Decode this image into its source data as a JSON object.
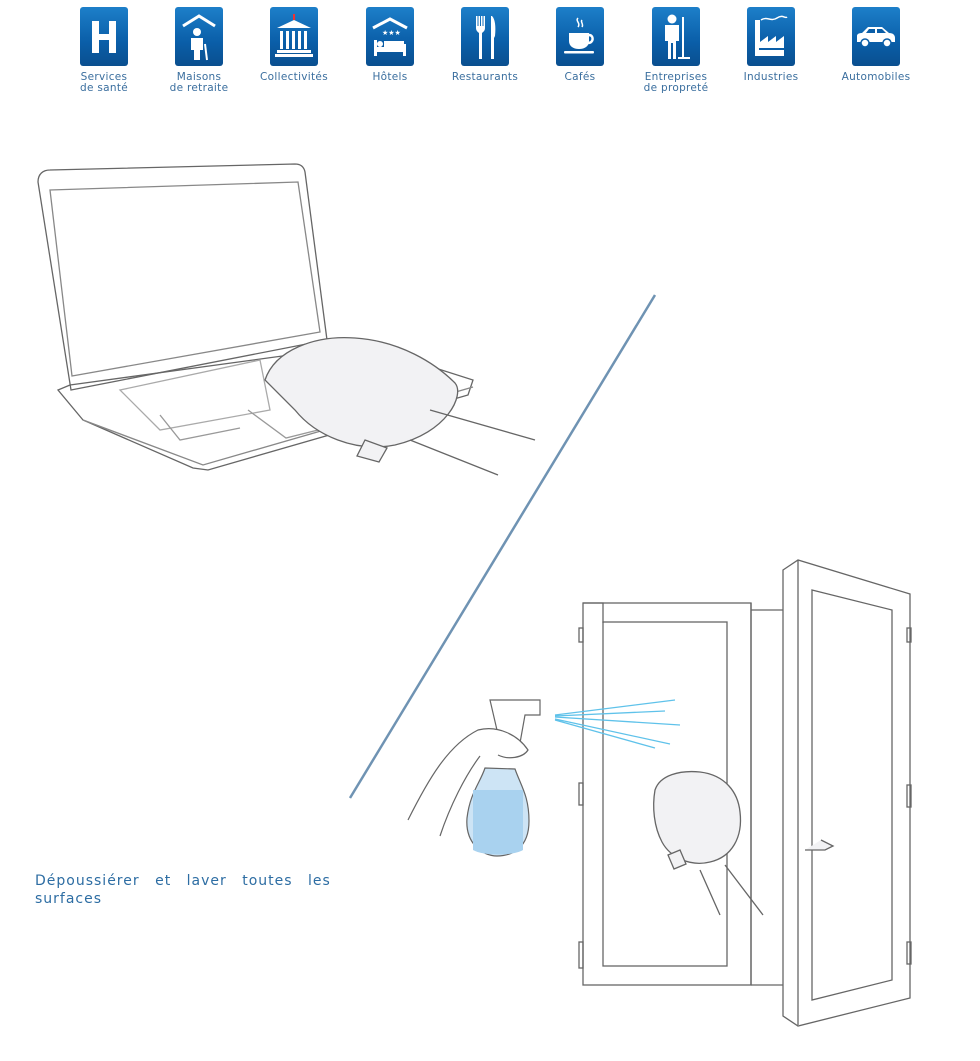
{
  "categories": [
    {
      "label": "Services\nde santé",
      "icon": "hospital-icon"
    },
    {
      "label": "Maisons\nde retraite",
      "icon": "elderly-person-icon"
    },
    {
      "label": "Collectivités",
      "icon": "government-building-icon"
    },
    {
      "label": "Hôtels",
      "icon": "hotel-bed-icon"
    },
    {
      "label": "Restaurants",
      "icon": "fork-knife-icon"
    },
    {
      "label": "Cafés",
      "icon": "coffee-cup-icon"
    },
    {
      "label": "Entreprises\nde propreté",
      "icon": "cleaner-icon"
    },
    {
      "label": "Industries",
      "icon": "factory-icon"
    },
    {
      "label": "Automobiles",
      "icon": "car-icon"
    }
  ],
  "caption": "Dépoussiérer et laver toutes les surfaces",
  "colors": {
    "brand": "#0a5ea8",
    "caption": "#2d6da3",
    "divider": "#6f93b3"
  }
}
